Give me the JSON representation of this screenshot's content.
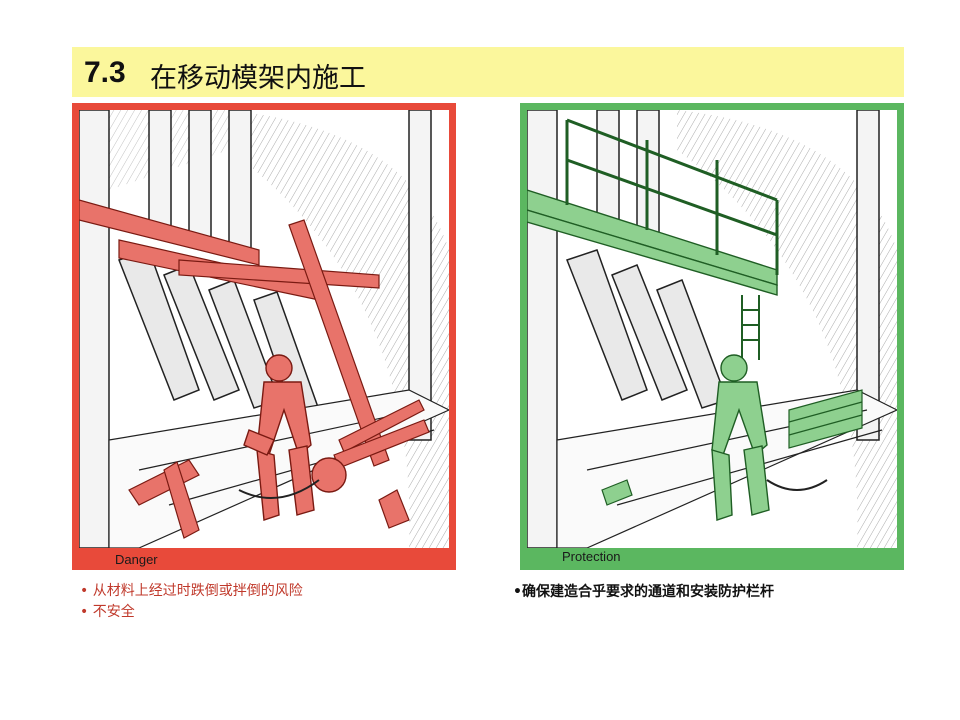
{
  "header": {
    "number": "7.3",
    "title": "在移动模架内施工"
  },
  "panels": {
    "danger": {
      "caption": "Danger",
      "color": "#e84a3a"
    },
    "protection": {
      "caption": "Protection",
      "color": "#5bb760"
    }
  },
  "notes": {
    "danger": [
      "• 从材料上经过时跌倒或拌倒的风险",
      "• 不安全"
    ],
    "protection": [
      "•确保建造合乎要求的通道和安装防护栏杆"
    ]
  }
}
